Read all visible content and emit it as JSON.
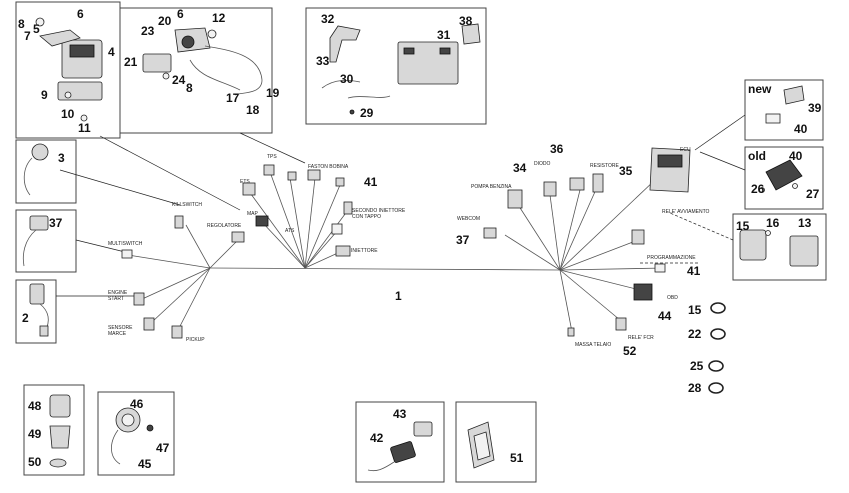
{
  "callouts": [
    "1",
    "2",
    "3",
    "4",
    "5",
    "6",
    "7",
    "8",
    "9",
    "10",
    "11",
    "12",
    "13",
    "15",
    "16",
    "17",
    "18",
    "19",
    "20",
    "21",
    "22",
    "23",
    "24",
    "25",
    "26",
    "27",
    "28",
    "29",
    "30",
    "31",
    "32",
    "33",
    "34",
    "35",
    "36",
    "37",
    "38",
    "39",
    "40",
    "41",
    "42",
    "43",
    "44",
    "45",
    "46",
    "47",
    "48",
    "49",
    "50",
    "51",
    "52"
  ],
  "variant_labels": {
    "new": "new",
    "old": "old"
  },
  "connector_labels": {
    "killswitch": "KILLSWITCH",
    "regolatore": "REGOLATORE",
    "tps": "TPS",
    "ets": "ETS",
    "map": "MAP",
    "ats": "ATS",
    "faston_bobina": "FASTON BOBINA",
    "secondo_iniettore_1": "SECONDO INIETTORE",
    "secondo_iniettore_2": "CON TAPPO",
    "iniettore": "INIETTORE",
    "multiswitch": "MULTISWITCH",
    "engine_start_1": "ENGINE",
    "engine_start_2": "START",
    "sensore_marce_1": "SENSORE",
    "sensore_marce_2": "MARCE",
    "pickup": "PICKUP",
    "ecu": "ECU",
    "diodo": "DIODO",
    "resistore": "RESISTORE",
    "pompa_benzina": "POMPA BENZINA",
    "webcom": "WEBCOM",
    "relè_avviamento": "RELE' AVVIAMENTO",
    "programmazione": "PROGRAMMAZIONE",
    "obd": "OBD",
    "massa_telaio": "MASSA TELAIO",
    "relè_fcr": "RELE' FCR"
  }
}
